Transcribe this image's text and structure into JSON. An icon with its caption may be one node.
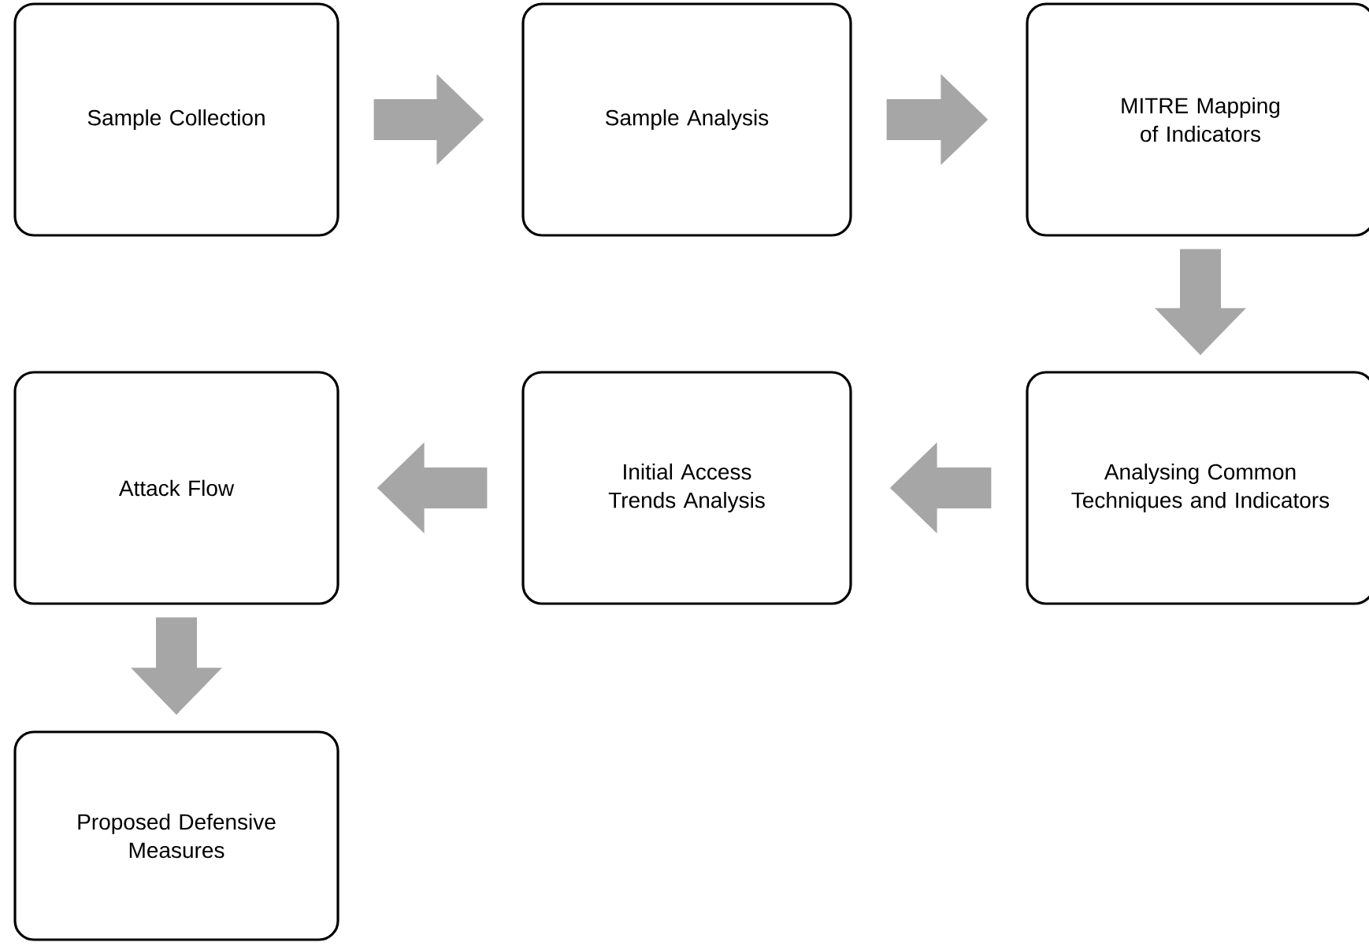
{
  "diagram": {
    "nodes": [
      {
        "text": [
          "Sample Collection"
        ]
      },
      {
        "text": [
          "Sample Analysis"
        ]
      },
      {
        "text": [
          "MITRE Mapping of Indicators"
        ]
      },
      {
        "text": [
          "Analysing Common Techniques and Indicators"
        ]
      },
      {
        "text": [
          "Initial Access Trends Analysis"
        ]
      },
      {
        "text": [
          "Attack Flow"
        ]
      },
      {
        "text": [
          "Proposed Defensive Measures"
        ]
      }
    ],
    "edges": [
      {
        "from": 0,
        "to": 1,
        "arrow": "to"
      },
      {
        "from": 1,
        "to": 2,
        "arrow": "to"
      },
      {
        "from": 2,
        "to": 3,
        "arrow": "to"
      },
      {
        "from": 3,
        "to": 4,
        "arrow": "to"
      },
      {
        "from": 4,
        "to": 5,
        "arrow": "to"
      },
      {
        "from": 5,
        "to": 6,
        "arrow": "to"
      }
    ]
  }
}
